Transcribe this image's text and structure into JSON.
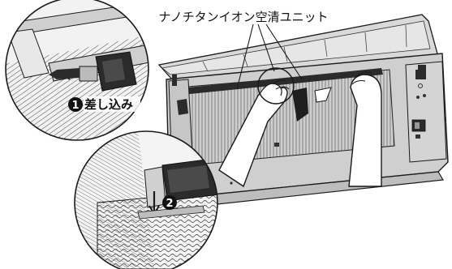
{
  "callout": {
    "unit_name": "ナノチタンイオン空清ユニット"
  },
  "steps": [
    {
      "number": "1",
      "action": "差し込み"
    },
    {
      "number": "2",
      "action": ""
    }
  ],
  "colors": {
    "line": "#1a1a1a",
    "panel_fill": "#d8d8d8",
    "dark_fill": "#2b2b2b",
    "hatch": "#555555",
    "background": "#ffffff"
  }
}
